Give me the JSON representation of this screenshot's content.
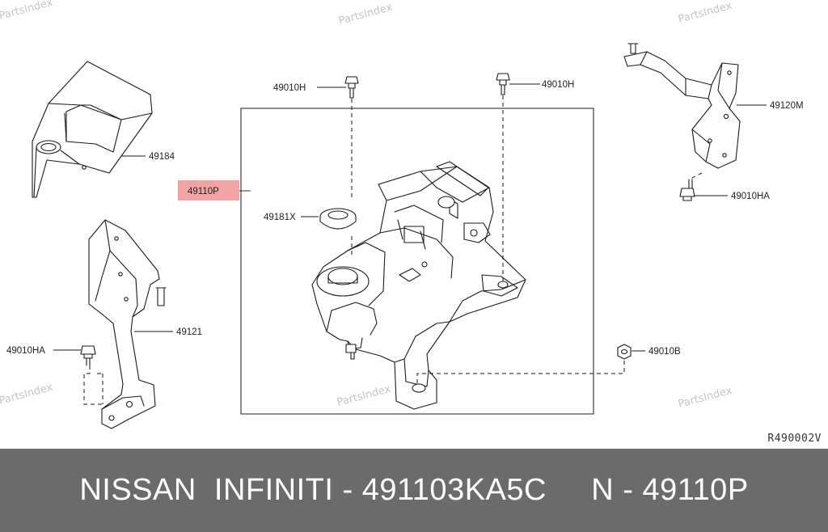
{
  "watermarks": [
    "PartsIndex",
    "PartsIndex",
    "PartsIndex",
    "PartsIndex",
    "PartsIndex",
    "PartsIndex"
  ],
  "callouts": {
    "bolt_top_left": "49010H",
    "bolt_top_right": "49010H",
    "main_assembly": "49110P",
    "cap": "49181X",
    "cover": "49184",
    "bracket_right": "49120M",
    "bolt_right": "49010HA",
    "bracket_left": "49121",
    "bolt_left": "49010HA",
    "nut": "49010B"
  },
  "highlight_color": "#f4a3a3",
  "reference_code": "R490002V",
  "footer": {
    "text": "NISSAN  INFINITI - 491103KA5C     N - 49110P",
    "background": "#6b6b6b",
    "color": "#ffffff"
  }
}
